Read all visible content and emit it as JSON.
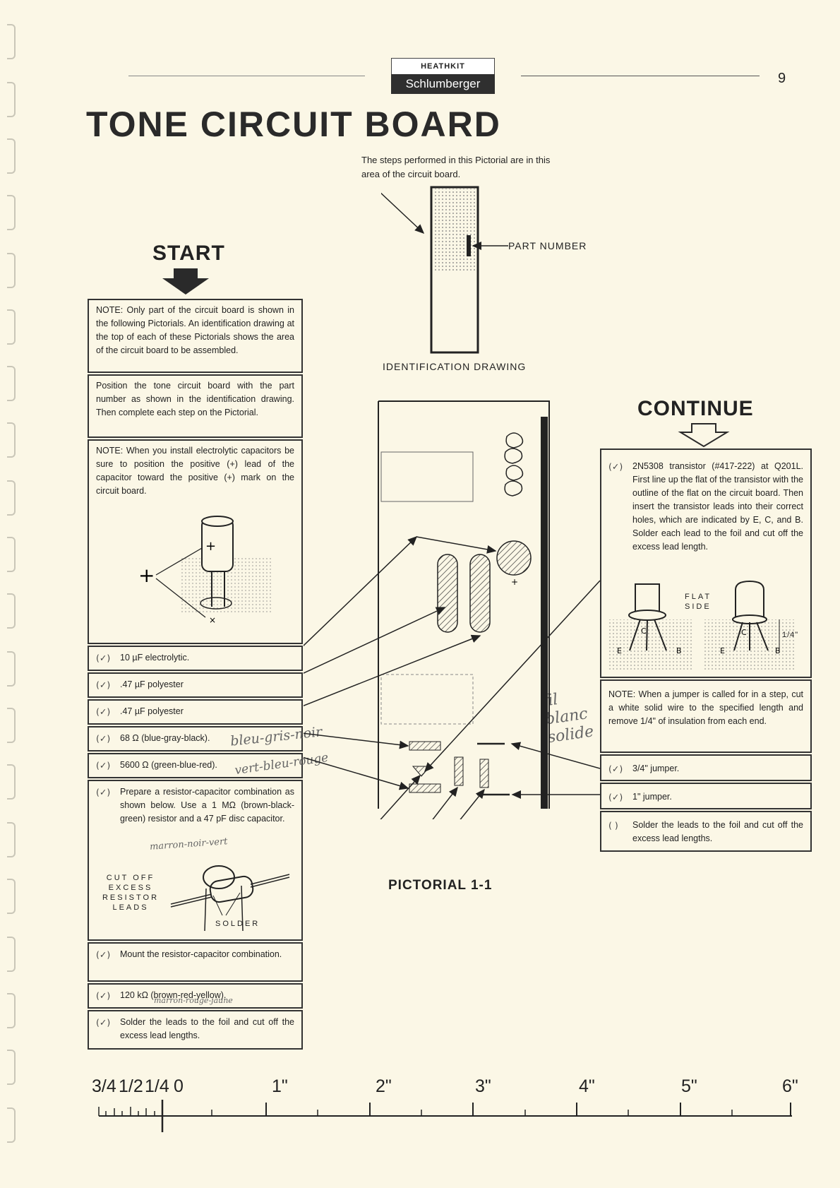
{
  "header": {
    "brand_top": "HEATHKIT",
    "brand_bottom": "Schlumberger",
    "page_number": "9"
  },
  "title": "TONE CIRCUIT BOARD",
  "id_drawing": {
    "caption": "The steps performed in this Pictorial are in this area of the circuit board.",
    "part_number_label": "PART NUMBER",
    "label": "IDENTIFICATION DRAWING"
  },
  "start_label": "START",
  "continue_label": "CONTINUE",
  "left_notes": {
    "note1": "NOTE: Only part of the circuit board is shown in the following Pictorials. An identification drawing at the top of each of these Pictorials shows the area of the circuit board to be assembled.",
    "note2": "Position the tone circuit board with the part number as shown in the identification drawing. Then complete each step on the Pictorial.",
    "note3": "NOTE: When you install electrolytic capacitors be sure to position the positive (+) lead of the capacitor toward the positive (+) mark on the circuit board."
  },
  "left_steps": [
    {
      "check": "(✓)",
      "text": "10 µF electrolytic."
    },
    {
      "check": "(✓)",
      "text": ".47 µF polyester"
    },
    {
      "check": "(✓)",
      "text": ".47 µF polyester"
    },
    {
      "check": "(✓)",
      "text": "68 Ω (blue-gray-black)."
    },
    {
      "check": "(✓)",
      "text": "5600 Ω (green-blue-red)."
    },
    {
      "check": "(✓)",
      "text": "Prepare a resistor-capacitor combination as shown below. Use a 1 MΩ (brown-black-green) resistor and a 47 pF disc capacitor."
    },
    {
      "check": "(✓)",
      "text": "Mount the resistor-capacitor combination."
    },
    {
      "check": "(✓)",
      "text": "120 kΩ (brown-red-yellow)."
    },
    {
      "check": "(✓)",
      "text": "Solder the leads to the foil and cut off the excess lead lengths."
    }
  ],
  "resistor_drawing": {
    "cut_label": "CUT OFF EXCESS RESISTOR LEADS",
    "solder_label": "SOLDER"
  },
  "pictorial_label": "PICTORIAL 1-1",
  "right_steps": {
    "transistor": {
      "check": "(✓)",
      "text": "2N5308 transistor (#417-222) at Q201L. First line up the flat of the transistor with the outline of the flat on the circuit board. Then insert the transistor leads into their correct holes, which are indicated by E, C, and B. Solder each lead to the foil and cut off the excess lead length."
    },
    "flat_side": "FLAT SIDE",
    "dim_label": "1/4\"",
    "note": "NOTE: When a jumper is called for in a step, cut a white solid wire to the specified length and remove 1/4\" of insulation from each end.",
    "jumper1": {
      "check": "(✓)",
      "text": "3/4\" jumper."
    },
    "jumper2": {
      "check": "(✓)",
      "text": "1\" jumper."
    },
    "solder": {
      "check": "(  )",
      "text": "Solder the leads to the foil and cut off the excess lead lengths."
    }
  },
  "handwriting": {
    "h1": "bleu-gris-noir",
    "h2": "vert-bleu-rouge",
    "h3": "marron-noir-vert",
    "h4": "marron-rouge-jaune",
    "h5": "fil blanc solide"
  },
  "ruler": {
    "labels": [
      "3/4",
      "1/2",
      "1/4",
      "0",
      "1\"",
      "2\"",
      "3\"",
      "4\"",
      "5\"",
      "6\""
    ]
  }
}
